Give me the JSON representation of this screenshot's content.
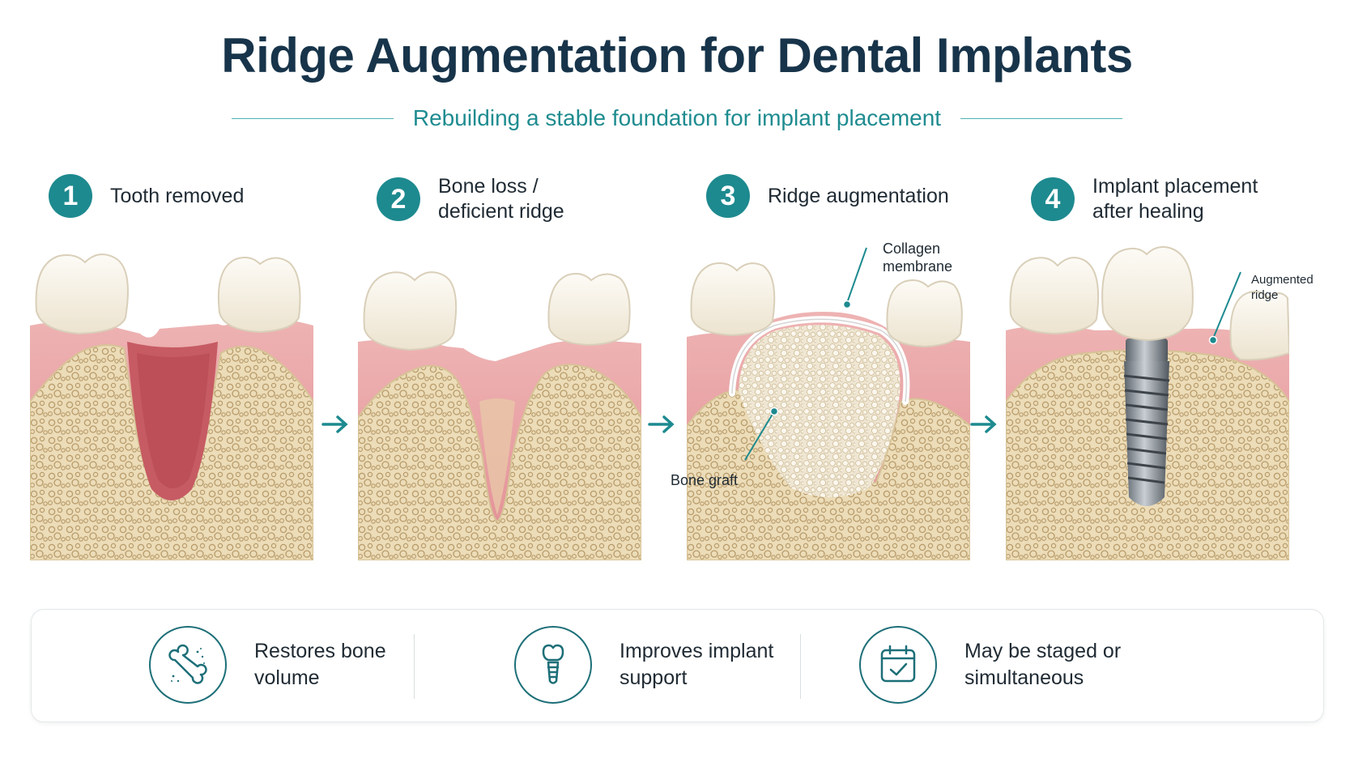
{
  "header": {
    "title": "Ridge Augmentation for Dental Implants",
    "subtitle": "Rebuilding a stable foundation for implant placement"
  },
  "steps": [
    {
      "number": "1",
      "label": "Tooth removed"
    },
    {
      "number": "2",
      "label": "Bone loss / deficient ridge"
    },
    {
      "number": "3",
      "label": "Ridge augmentation"
    },
    {
      "number": "4",
      "label": "Implant placement after healing"
    }
  ],
  "callouts": {
    "collagen_membrane": "Collagen membrane",
    "bone_graft": "Bone graft",
    "augmented_ridge": "Augmented ridge"
  },
  "benefits": [
    {
      "icon": "bone-icon",
      "text": "Restores bone volume"
    },
    {
      "icon": "implant-icon",
      "text": "Improves implant support"
    },
    {
      "icon": "calendar-check-icon",
      "text": "May be staged or simultaneous"
    }
  ],
  "colors": {
    "title": "#17344a",
    "accent": "#1d8a8f",
    "gum": "#e69ea2",
    "bone": "#ecdcb8",
    "tooth": "#f7f3ea"
  }
}
